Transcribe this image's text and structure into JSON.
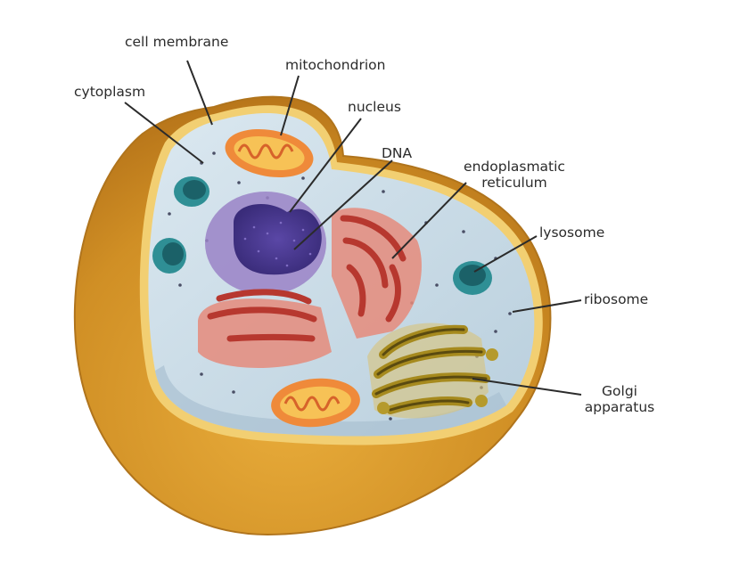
{
  "labels": {
    "cell_membrane": "cell membrane",
    "mitochondrion": "mitochondrion",
    "cytoplasm": "cytoplasm",
    "nucleus": "nucleus",
    "dna": "DNA",
    "er_line1": "endoplasmatic",
    "er_line2": "reticulum",
    "lysosome": "lysosome",
    "ribosome": "ribosome",
    "golgi_line1": "Golgi",
    "golgi_line2": "apparatus"
  },
  "colors": {
    "membrane_outer": "#d99a2b",
    "membrane_inner": "#f2cf72",
    "cytoplasm": "#c9dbe6",
    "nucleus_outer": "#9a82c7",
    "nucleus_inner": "#4c3a93",
    "er": "#e0695a",
    "mitochondrion": "#ef8a3a",
    "golgi": "#b59a2c",
    "lysosome": "#2f8f95",
    "leader": "#2b2b2b"
  }
}
